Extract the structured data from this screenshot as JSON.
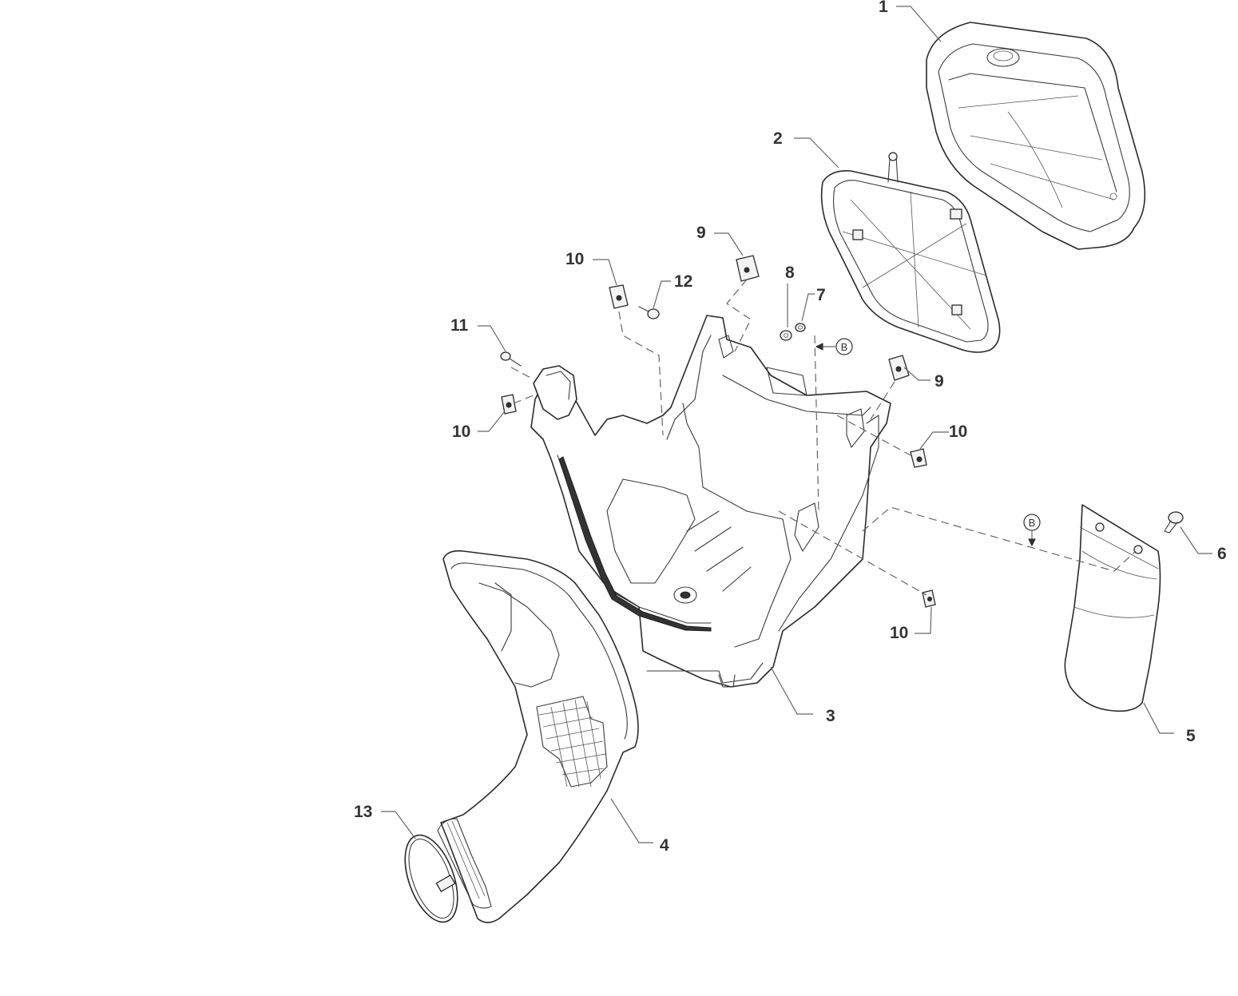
{
  "callouts": {
    "c1": "1",
    "c2": "2",
    "c3": "3",
    "c4": "4",
    "c5": "5",
    "c6": "6",
    "c7": "7",
    "c8": "8",
    "c9a": "9",
    "c9b": "9",
    "c10a": "10",
    "c10b": "10",
    "c10c": "10",
    "c10d": "10",
    "c11": "11",
    "c12": "12",
    "c13": "13"
  },
  "reference_marks": {
    "upper": "B",
    "lower": "B"
  },
  "colors": {
    "line": "#2a2a2a",
    "leader": "#666666",
    "text": "#333333",
    "background": "#ffffff"
  }
}
